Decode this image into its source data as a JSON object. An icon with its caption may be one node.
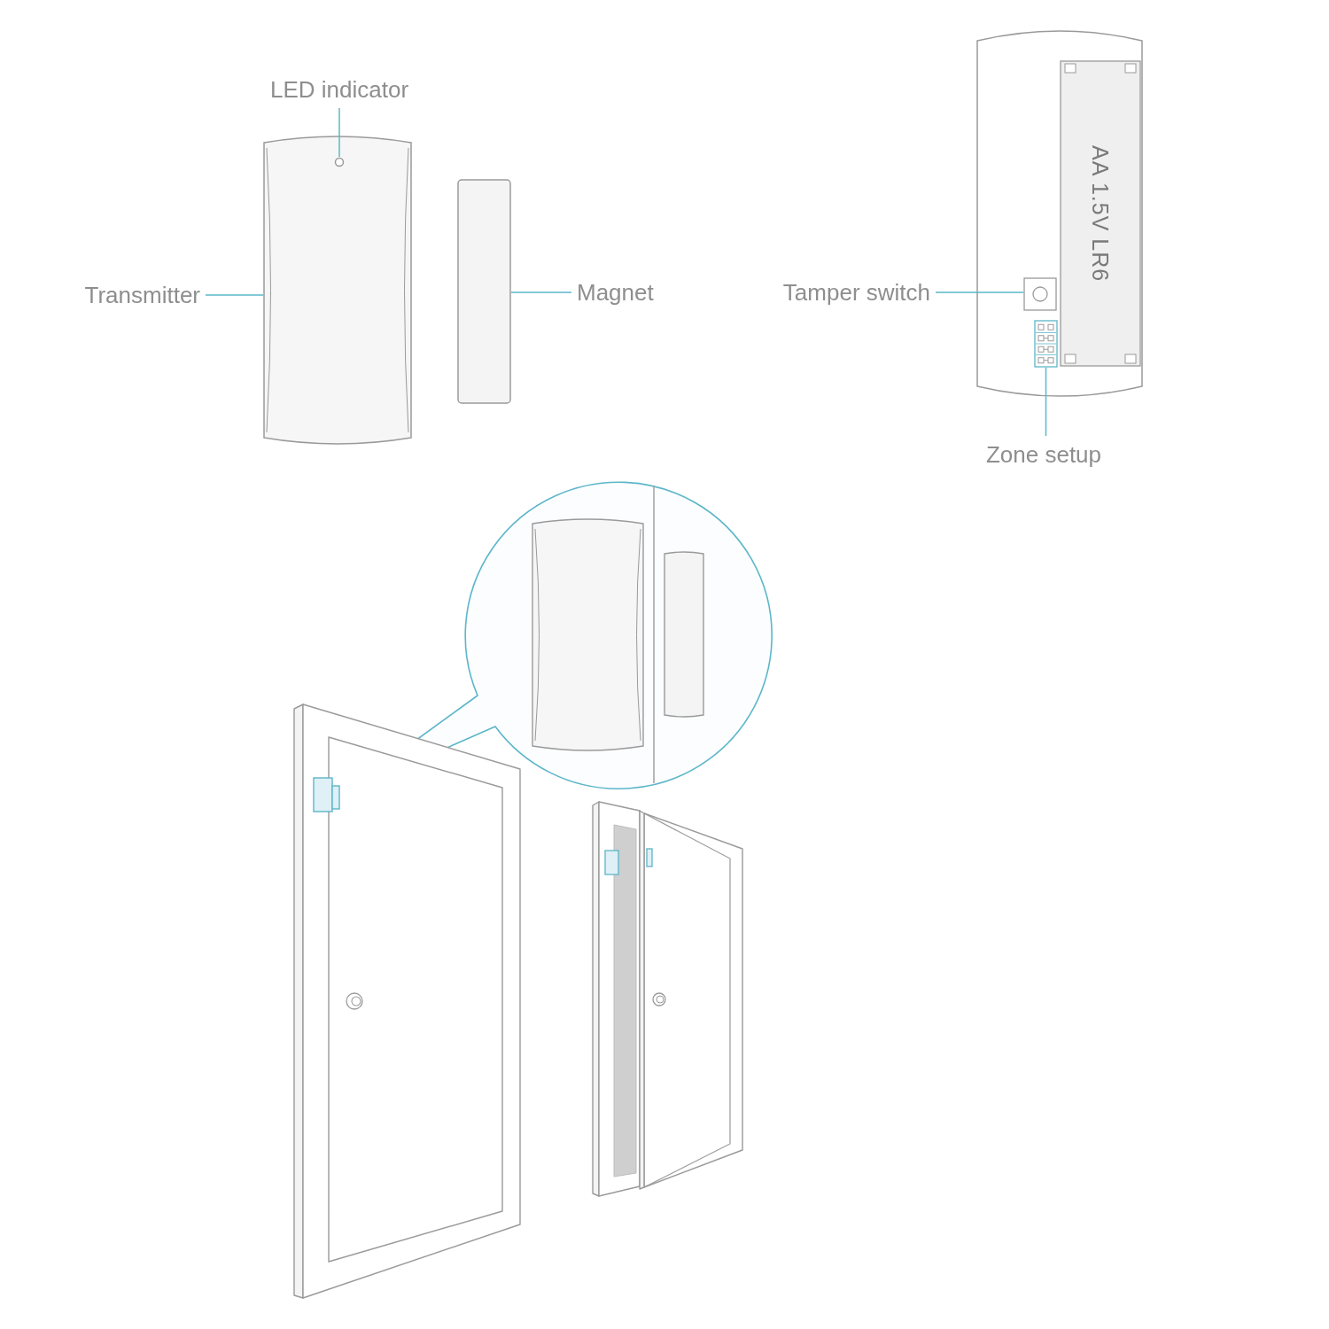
{
  "diagram": {
    "nodes": [
      {
        "text": [
          "LED indicator"
        ]
      },
      {
        "text": [],
        "shape": "box"
      },
      {
        "text": [],
        "shape": "circle",
        "in": 1
      },
      {
        "text": [
          "Transmitter"
        ]
      },
      {
        "text": [],
        "shape": "bar"
      },
      {
        "text": [
          "Magnet"
        ]
      },
      {
        "text": [],
        "shape": "box"
      },
      {
        "text": [
          "AA 1.5V LR6"
        ],
        "in": 6
      },
      {
        "text": [
          "Tamper switch"
        ]
      },
      {
        "text": [],
        "shape": "box",
        "in": 6
      },
      {
        "text": [],
        "shape": "box",
        "in": 6
      },
      {
        "text": [
          "Zone setup"
        ]
      }
    ],
    "edges": [
      {
        "from": 0,
        "to": 2,
        "arrow": "none"
      },
      {
        "from": 3,
        "to": 1,
        "arrow": "none"
      },
      {
        "from": 5,
        "to": 4,
        "arrow": "none"
      },
      {
        "from": 8,
        "to": 9,
        "arrow": "none"
      },
      {
        "from": 11,
        "to": 10,
        "arrow": "none"
      }
    ]
  }
}
